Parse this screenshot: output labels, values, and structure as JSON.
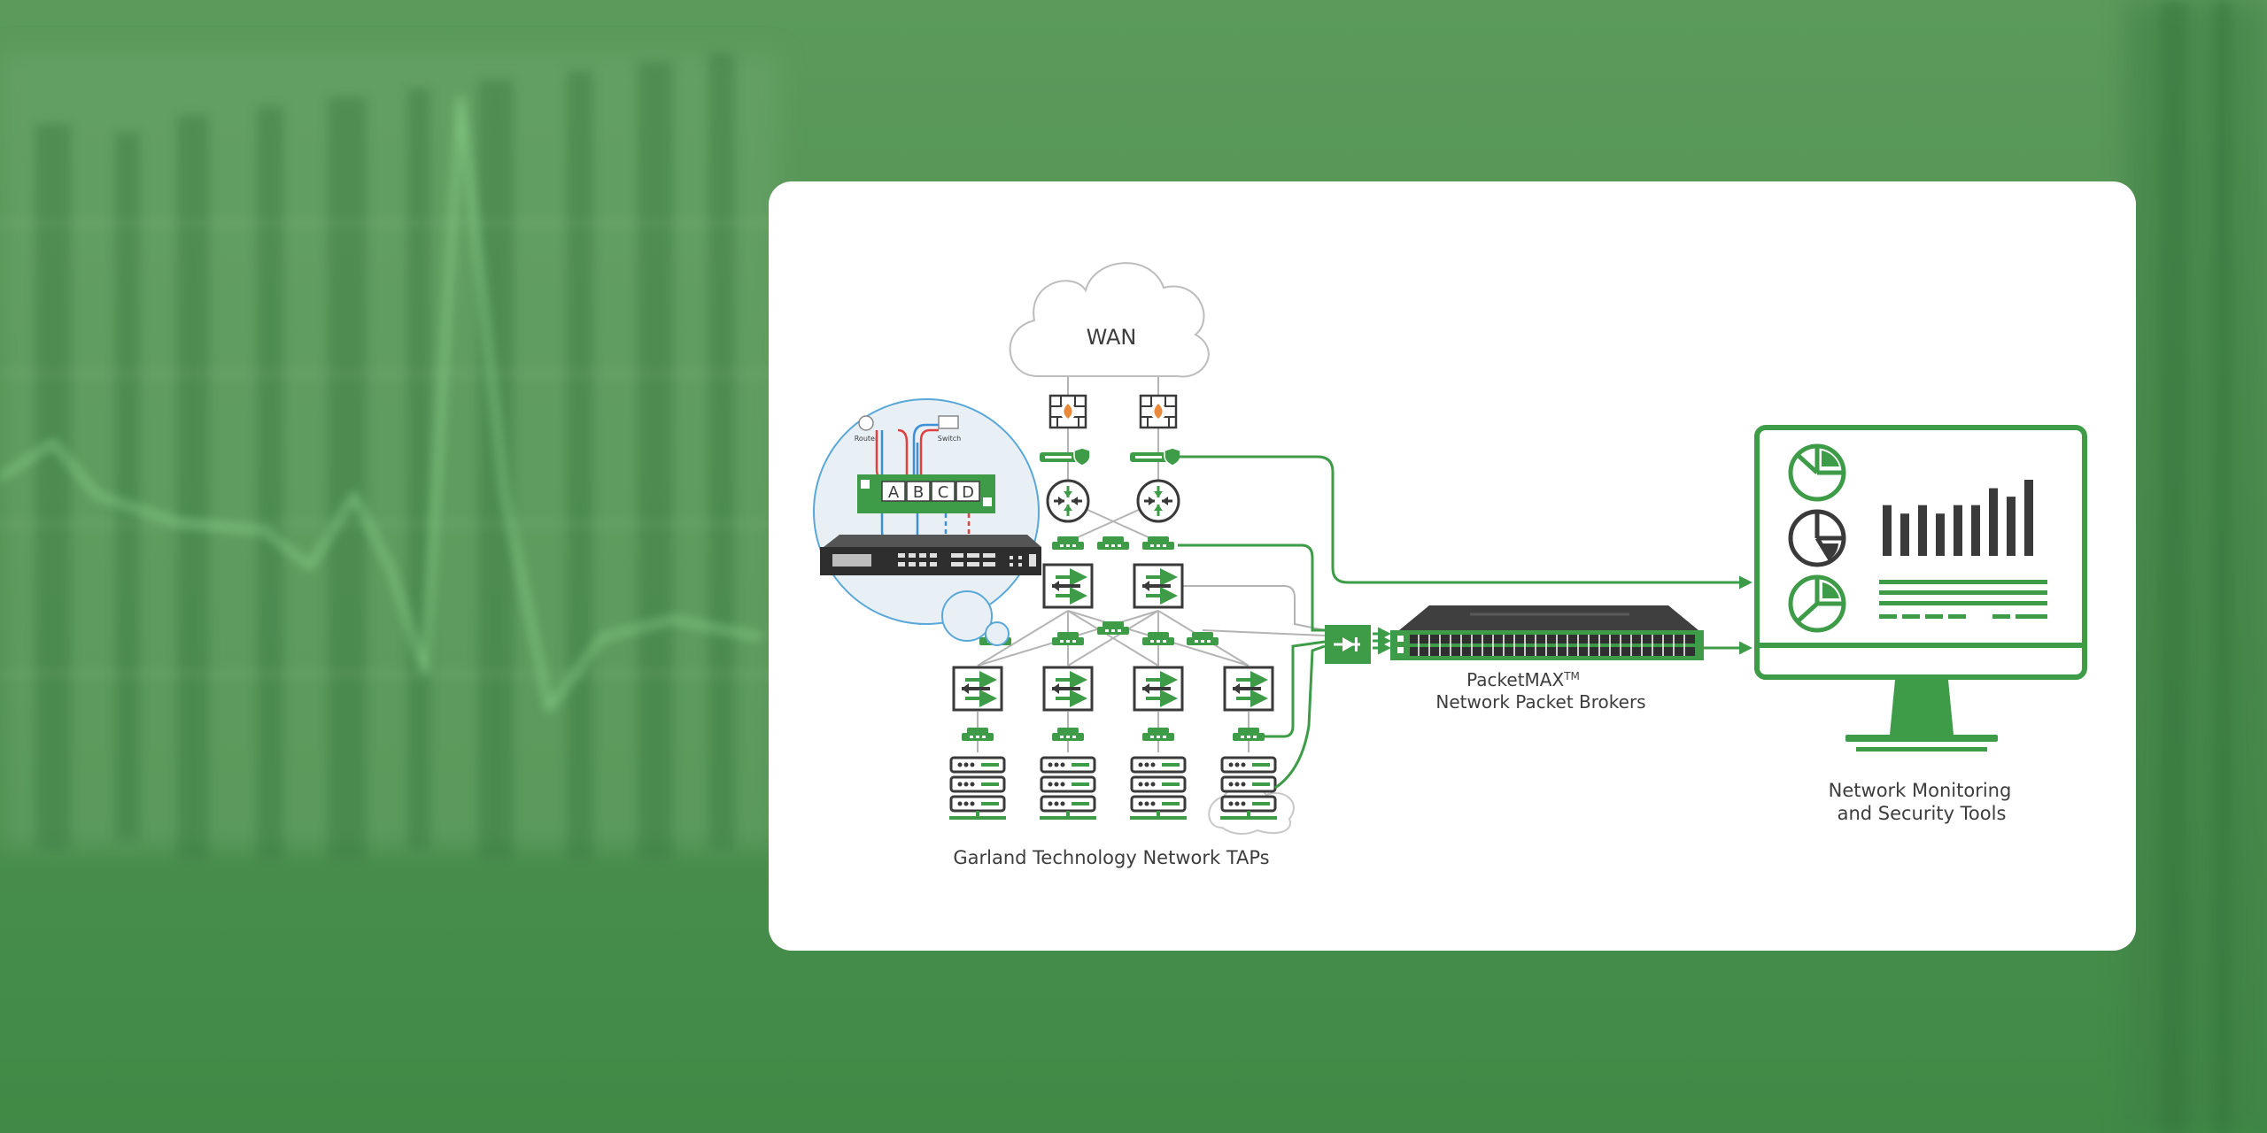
{
  "diagram": {
    "wan_label": "WAN",
    "inset_port_labels": [
      "A",
      "B",
      "C",
      "D"
    ],
    "inset_device_labels": [
      "Router",
      "Switch"
    ],
    "taps_label": "Garland Technology Network TAPs",
    "broker_name": "PacketMAX",
    "broker_tm": "TM",
    "broker_sub": "Network Packet Brokers",
    "tools_line1": "Network Monitoring",
    "tools_line2": "and Security Tools",
    "monitor_bar_values": [
      6,
      5,
      6,
      5,
      6,
      6,
      8,
      7,
      9
    ]
  },
  "colors": {
    "green": "#3e9b47",
    "dark": "#3a3a3a",
    "inset_blue": "#5aa8d8"
  }
}
